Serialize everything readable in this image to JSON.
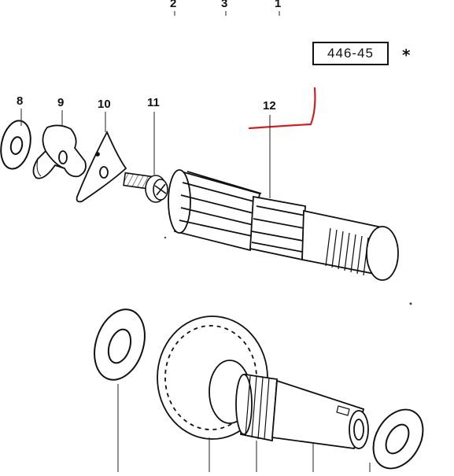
{
  "diagram": {
    "reference_code": "446-45",
    "reference_marker": "*",
    "top_callouts": [
      "2",
      "3",
      "1"
    ],
    "part_callouts": [
      "8",
      "9",
      "10",
      "11",
      "12"
    ],
    "annotation_color": "#cc2222",
    "ink_color": "#111111"
  }
}
